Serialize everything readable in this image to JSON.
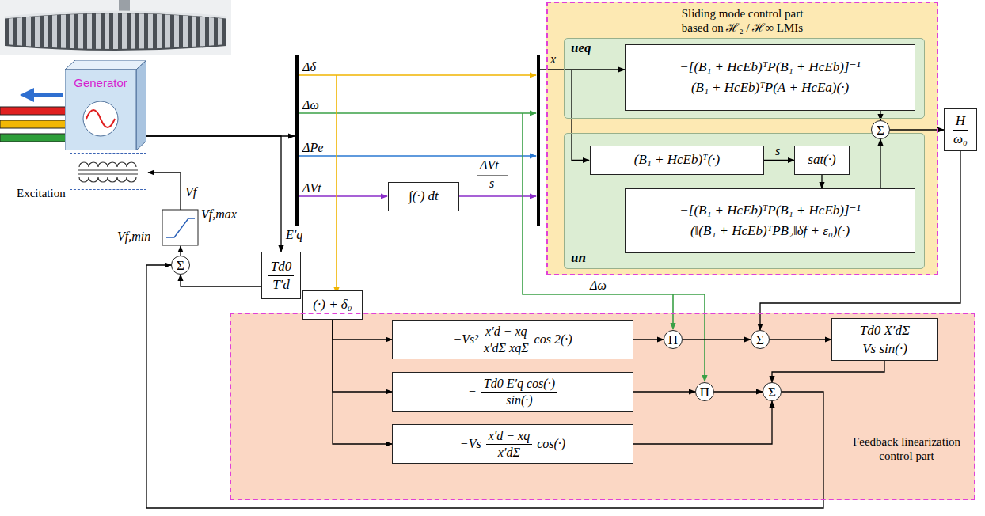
{
  "diagram": {
    "nodes": [
      {
        "text": [
          "Generator"
        ]
      },
      {
        "text": [
          "Excitation"
        ]
      },
      {
        "text": [
          "Σ"
        ]
      },
      {
        "text": [
          "Td0",
          "T′d"
        ]
      },
      {
        "text": [
          "∫(·) dt"
        ]
      },
      {
        "text": [
          "(·) + δ₀"
        ]
      },
      {
        "text": [
          "Sliding mode control part based on ℋ₂ / ℋ∞ LMIs"
        ]
      },
      {
        "text": [
          "ueq"
        ],
        "in": 6
      },
      {
        "text": [
          "−[(B₁ + HcEb)ᵀP(B₁ + HcEb)]⁻¹ (B₁ + HcEb)ᵀP(A + HcEa)(·)"
        ],
        "in": 7
      },
      {
        "text": [
          "un"
        ],
        "in": 6
      },
      {
        "text": [
          "(B₁ + HcEb)ᵀ(·)"
        ],
        "in": 9
      },
      {
        "text": [
          "sat(·)"
        ],
        "in": 9
      },
      {
        "text": [
          "−[(B₁ + HcEb)ᵀP(B₁ + HcEb)]⁻¹ (‖(B₁ + HcEb)ᵀPB₂‖δf + ε₀)(·)"
        ],
        "in": 9
      },
      {
        "text": [
          "Σ"
        ],
        "in": 6
      },
      {
        "text": [
          "H",
          "ω₀"
        ]
      },
      {
        "text": [
          "Feedback linearization control part"
        ]
      },
      {
        "text": [
          "−Vs²",
          "x′d − xq",
          "x′dΣ xqΣ",
          "cos 2(·)"
        ],
        "in": 15
      },
      {
        "text": [
          "−",
          "Td0 E′q cos(·)",
          "sin(·)"
        ],
        "in": 15
      },
      {
        "text": [
          "−Vs",
          "x′d − xq",
          "x′dΣ",
          "cos(·)"
        ],
        "in": 15
      },
      {
        "text": [
          "Π"
        ],
        "in": 15
      },
      {
        "text": [
          "Π"
        ],
        "in": 15
      },
      {
        "text": [
          "Σ"
        ],
        "in": 15
      },
      {
        "text": [
          "Td0 X′dΣ",
          "Vs sin(·)"
        ],
        "in": 15
      },
      {
        "text": [
          "Σ"
        ],
        "in": 15
      }
    ],
    "edges": [
      {
        "from": 0,
        "to": 3,
        "label": "E′q",
        "arrow": "to"
      },
      {
        "from": 3,
        "to": 2,
        "arrow": "to"
      },
      {
        "from": 23,
        "to": 2,
        "arrow": "to"
      },
      {
        "from": 10,
        "to": 11,
        "label": "s",
        "arrow": "to"
      },
      {
        "from": 11,
        "to": 12,
        "arrow": "to"
      },
      {
        "from": 8,
        "to": 13,
        "arrow": "to"
      },
      {
        "from": 12,
        "to": 13,
        "arrow": "to"
      },
      {
        "from": 13,
        "to": 14,
        "arrow": "to"
      },
      {
        "from": 14,
        "to": 21,
        "arrow": "to"
      },
      {
        "from": 5,
        "to": 16,
        "arrow": "to"
      },
      {
        "from": 5,
        "to": 17,
        "arrow": "to"
      },
      {
        "from": 5,
        "to": 18,
        "arrow": "to"
      },
      {
        "from": 16,
        "to": 19,
        "arrow": "to"
      },
      {
        "from": 17,
        "to": 20,
        "arrow": "to"
      },
      {
        "from": 19,
        "to": 21,
        "arrow": "to"
      },
      {
        "from": 21,
        "to": 22,
        "arrow": "to"
      },
      {
        "from": 22,
        "to": 23,
        "arrow": "to"
      },
      {
        "from": 20,
        "to": 23,
        "arrow": "to"
      },
      {
        "from": 18,
        "to": 23,
        "arrow": "to"
      }
    ],
    "labels": [
      "Δδ",
      "Δω",
      "ΔPe",
      "ΔVt",
      "ΔVt",
      "s",
      "x",
      "Vf",
      "Vf,max",
      "Vf,min",
      "Δω"
    ]
  }
}
